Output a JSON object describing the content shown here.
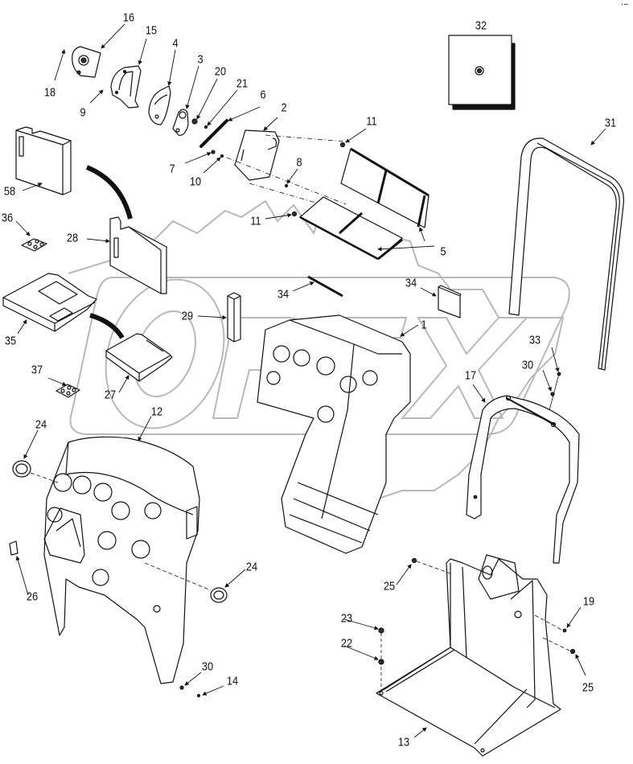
{
  "diagram": {
    "type": "exploded-parts-diagram",
    "corner_mark": "▪ ▪▪▪",
    "watermark": "OPTX",
    "colors": {
      "line": "#111111",
      "watermark": "#b8b8b8",
      "background": "#ffffff"
    },
    "callouts": [
      {
        "id": "c16",
        "label": "16",
        "part": "bracket-cover"
      },
      {
        "id": "c15",
        "label": "15",
        "part": "mounting-bracket"
      },
      {
        "id": "c4",
        "label": "4",
        "part": "cam-plate"
      },
      {
        "id": "c3",
        "label": "3",
        "part": "lever-plate"
      },
      {
        "id": "c20",
        "label": "20",
        "part": "nut"
      },
      {
        "id": "c21",
        "label": "21",
        "part": "screw"
      },
      {
        "id": "c6",
        "label": "6",
        "part": "rod"
      },
      {
        "id": "c2",
        "label": "2",
        "part": "hinge-plate"
      },
      {
        "id": "c18",
        "label": "18",
        "part": "screw"
      },
      {
        "id": "c9",
        "label": "9",
        "part": "screw"
      },
      {
        "id": "c11a",
        "label": "11",
        "part": "rivet"
      },
      {
        "id": "c7",
        "label": "7",
        "part": "washer"
      },
      {
        "id": "c10",
        "label": "10",
        "part": "screw"
      },
      {
        "id": "c8",
        "label": "8",
        "part": "screw"
      },
      {
        "id": "c58",
        "label": "58",
        "part": "insulation-panel"
      },
      {
        "id": "c36",
        "label": "36",
        "part": "clip-plate"
      },
      {
        "id": "c28",
        "label": "28",
        "part": "insulation-panel"
      },
      {
        "id": "c11b",
        "label": "11",
        "part": "rivet"
      },
      {
        "id": "c5",
        "label": "5",
        "part": "wire-frame"
      },
      {
        "id": "c34a",
        "label": "34",
        "part": "seal-strip"
      },
      {
        "id": "c34b",
        "label": "34",
        "part": "pad"
      },
      {
        "id": "c29",
        "label": "29",
        "part": "foam-block"
      },
      {
        "id": "c35",
        "label": "35",
        "part": "insulation-mat"
      },
      {
        "id": "c27",
        "label": "27",
        "part": "insulation-mat"
      },
      {
        "id": "c1",
        "label": "1",
        "part": "console-housing"
      },
      {
        "id": "c37",
        "label": "37",
        "part": "clip-plate"
      },
      {
        "id": "c12",
        "label": "12",
        "part": "dashboard-shell"
      },
      {
        "id": "c24a",
        "label": "24",
        "part": "grommet"
      },
      {
        "id": "c24b",
        "label": "24",
        "part": "grommet"
      },
      {
        "id": "c26",
        "label": "26",
        "part": "clip"
      },
      {
        "id": "c30a",
        "label": "30",
        "part": "washer"
      },
      {
        "id": "c14",
        "label": "14",
        "part": "screw"
      },
      {
        "id": "c32",
        "label": "32",
        "part": "nut-detail"
      },
      {
        "id": "c31",
        "label": "31",
        "part": "seal-frame"
      },
      {
        "id": "c33",
        "label": "33",
        "part": "screw"
      },
      {
        "id": "c30b",
        "label": "30",
        "part": "washer"
      },
      {
        "id": "c17",
        "label": "17",
        "part": "support-bracket"
      },
      {
        "id": "c25a",
        "label": "25",
        "part": "bolt"
      },
      {
        "id": "c19",
        "label": "19",
        "part": "bolt"
      },
      {
        "id": "c23",
        "label": "23",
        "part": "nut"
      },
      {
        "id": "c22",
        "label": "22",
        "part": "washer"
      },
      {
        "id": "c25b",
        "label": "25",
        "part": "bolt"
      },
      {
        "id": "c13",
        "label": "13",
        "part": "base-frame"
      }
    ]
  }
}
